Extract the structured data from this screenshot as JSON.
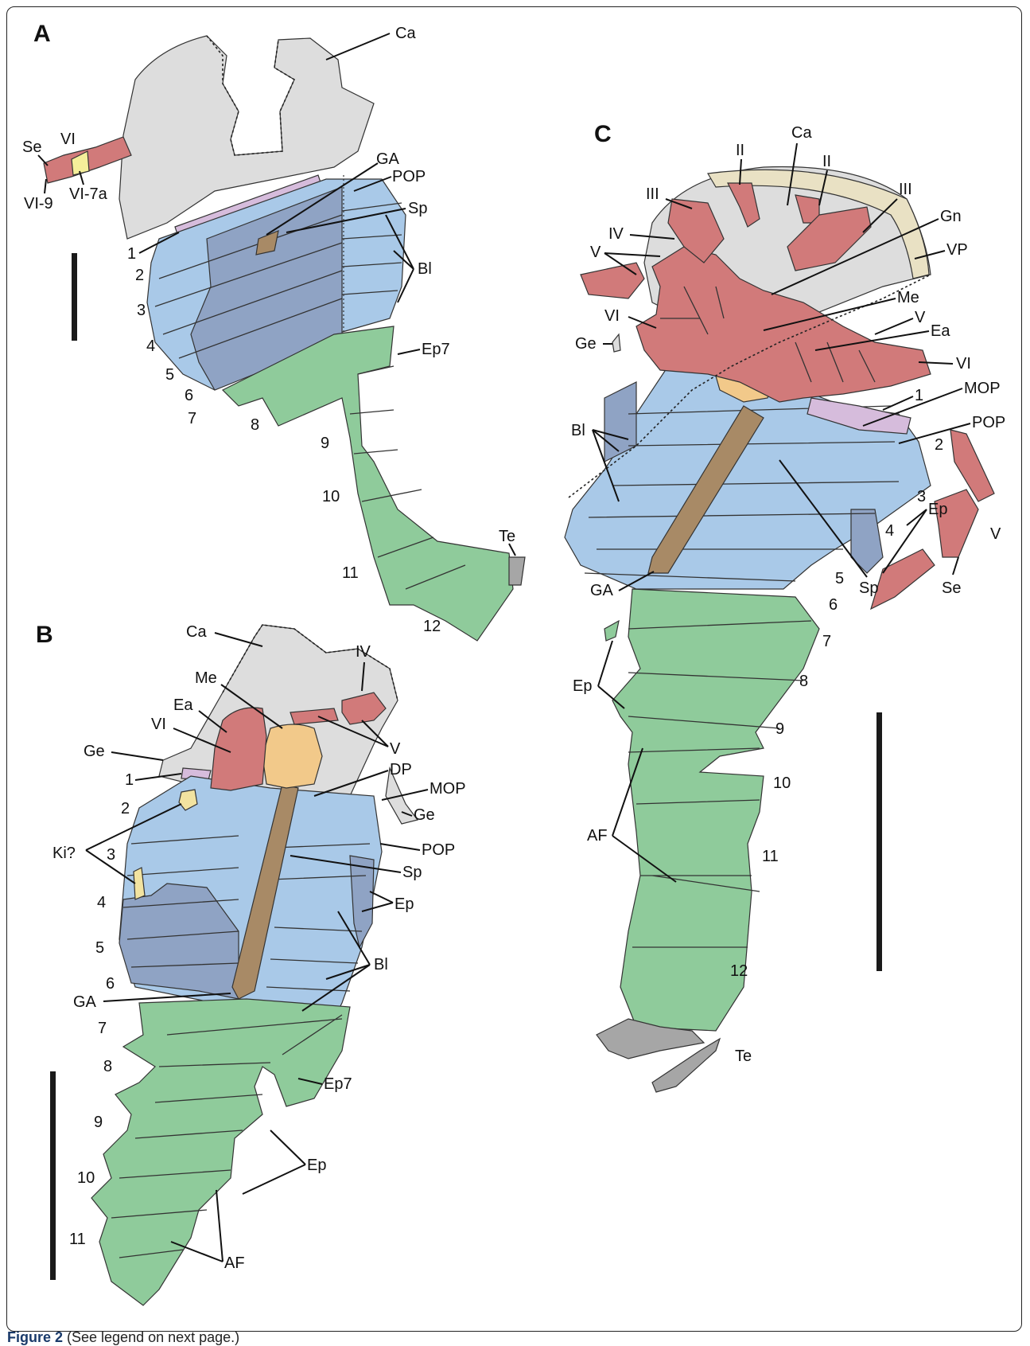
{
  "panels": {
    "a": {
      "letter": "A",
      "labels": {
        "ca": "Ca",
        "vi": "VI",
        "se": "Se",
        "vi9": "VI-9",
        "vi7a": "VI-7a",
        "ga": "GA",
        "pop": "POP",
        "sp": "Sp",
        "bl": "Bl",
        "ep7": "Ep7",
        "te": "Te"
      },
      "segments": [
        "1",
        "2",
        "3",
        "4",
        "5",
        "6",
        "7",
        "8",
        "9",
        "10",
        "11",
        "12"
      ]
    },
    "b": {
      "letter": "B",
      "labels": {
        "ca": "Ca",
        "iv": "IV",
        "me": "Me",
        "ea": "Ea",
        "vi": "VI",
        "ge": "Ge",
        "v": "V",
        "dp": "DP",
        "mop": "MOP",
        "ge2": "Ge",
        "ki": "Ki?",
        "pop": "POP",
        "sp": "Sp",
        "ep": "Ep",
        "bl": "Bl",
        "ga": "GA",
        "ep7": "Ep7",
        "ep2": "Ep",
        "af": "AF"
      },
      "segments": [
        "1",
        "2",
        "3",
        "4",
        "5",
        "6",
        "7",
        "8",
        "9",
        "10",
        "11"
      ]
    },
    "c": {
      "letter": "C",
      "labels": {
        "ca": "Ca",
        "ii1": "II",
        "ii2": "II",
        "iii1": "III",
        "iii2": "III",
        "gn": "Gn",
        "iv": "IV",
        "v1": "V",
        "vp": "VP",
        "me": "Me",
        "vi1": "VI",
        "v2": "V",
        "ea": "Ea",
        "ge": "Ge",
        "vi2": "VI",
        "mop": "MOP",
        "one": "1",
        "bl": "Bl",
        "pop": "POP",
        "two": "2",
        "three": "3",
        "ep": "Ep",
        "four": "4",
        "v3": "V",
        "five": "5",
        "sp": "Sp",
        "se": "Se",
        "six": "6",
        "ga": "GA",
        "ep2": "Ep",
        "af": "AF",
        "te": "Te"
      },
      "segments": [
        "7",
        "8",
        "9",
        "10",
        "11",
        "12"
      ]
    }
  },
  "caption": {
    "figure": "Figure 2",
    "note": " (See legend on next page.)"
  },
  "colors": {
    "carapace": "#dddddd",
    "appendage": "#d17a7a",
    "mesosoma": "#a9c9e8",
    "mesosoma_dark": "#8fa3c4",
    "metasoma": "#8fcb9b",
    "genital": "#a88a66",
    "metastoma": "#f2c98a",
    "operculum": "#d6bcdc",
    "yellow": "#f5ef9a",
    "telson": "#a6a6a6",
    "ventral_plate": "#e9e1c4"
  }
}
